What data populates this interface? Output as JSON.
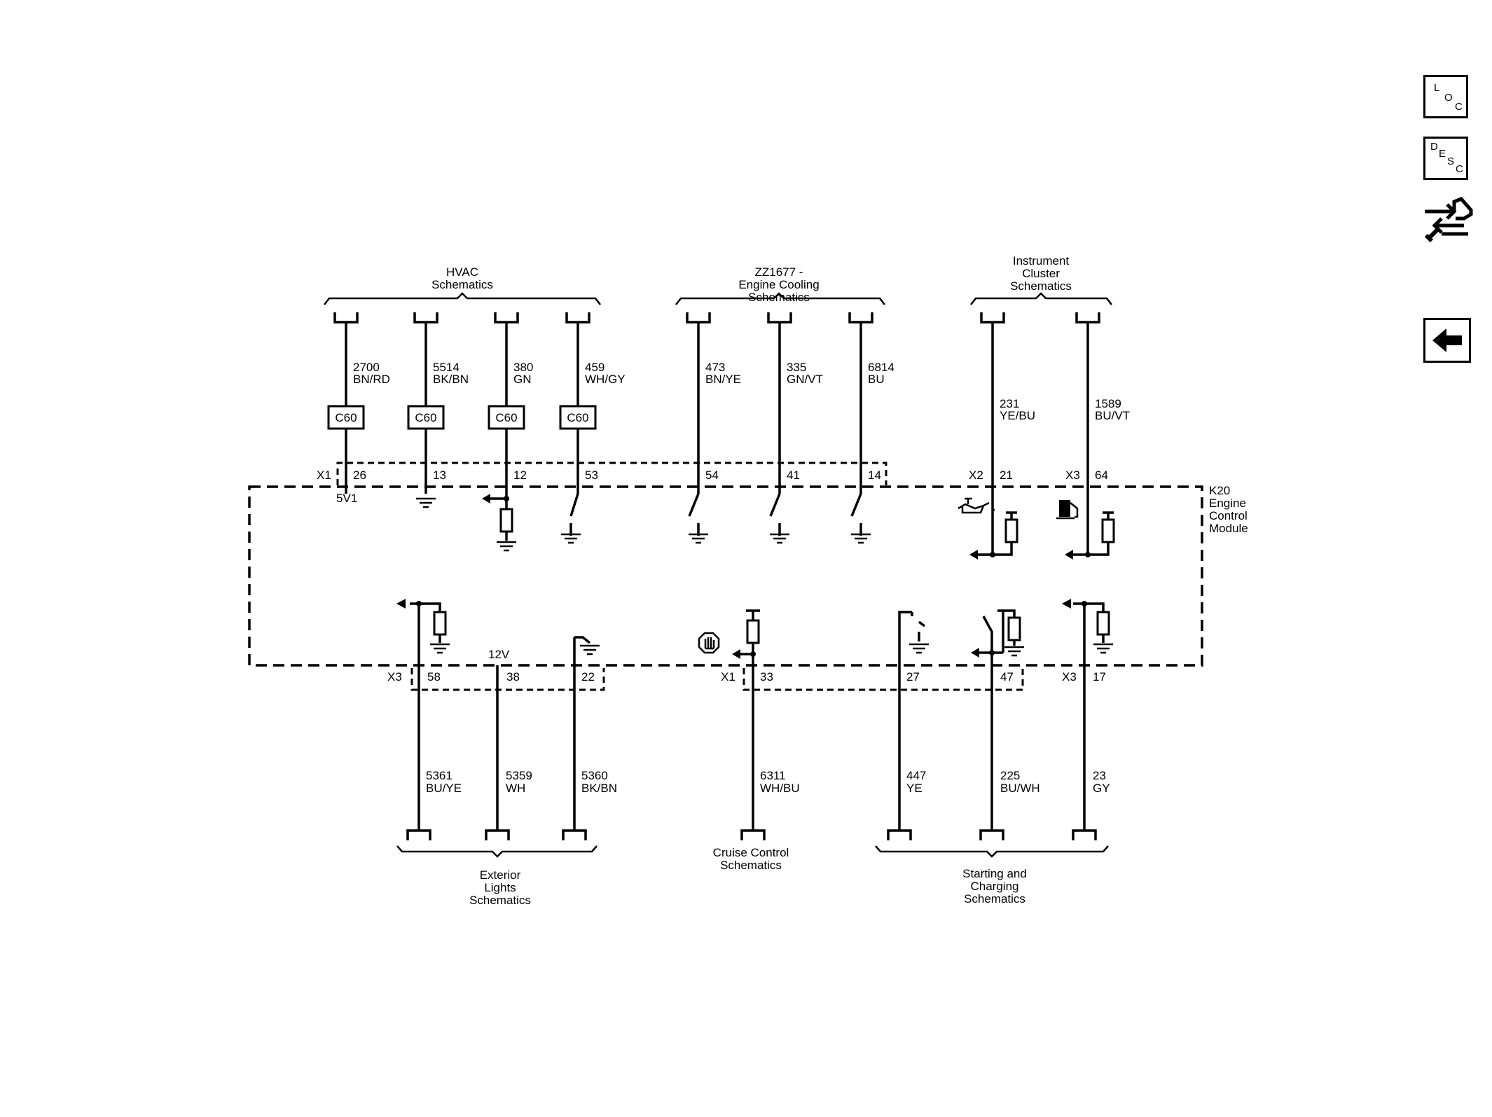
{
  "nav": {
    "loc": [
      "L",
      "O",
      "C"
    ],
    "desc": [
      "D",
      "E",
      "S",
      "C"
    ]
  },
  "groups": {
    "hvac": [
      "HVAC",
      "Schematics"
    ],
    "cooling": [
      "ZZ1677 -",
      "Engine Cooling",
      "Schematics"
    ],
    "cluster": [
      "Instrument",
      "Cluster",
      "Schematics"
    ],
    "exterior": [
      "Exterior",
      "Lights",
      "Schematics"
    ],
    "cruise": [
      "Cruise Control",
      "Schematics"
    ],
    "starting": [
      "Starting and",
      "Charging",
      "Schematics"
    ]
  },
  "module": {
    "id": "K20",
    "name": [
      "Engine",
      "Control",
      "Module"
    ]
  },
  "connectors": {
    "x1_top": "X1",
    "x2_top": "X2",
    "x3_top": "X3",
    "x3_bottom": "X3",
    "x1_bottom": "X1"
  },
  "inline_connector": "C60",
  "supply_labels": {
    "v5": "5V1",
    "v12": "12V"
  },
  "top_circuits": [
    {
      "circuit": "2700",
      "color": "BN/RD",
      "pin": "26"
    },
    {
      "circuit": "5514",
      "color": "BK/BN",
      "pin": "13"
    },
    {
      "circuit": "380",
      "color": "GN",
      "pin": "12"
    },
    {
      "circuit": "459",
      "color": "WH/GY",
      "pin": "53"
    },
    {
      "circuit": "473",
      "color": "BN/YE",
      "pin": "54"
    },
    {
      "circuit": "335",
      "color": "GN/VT",
      "pin": "41"
    },
    {
      "circuit": "6814",
      "color": "BU",
      "pin": "14"
    },
    {
      "circuit": "231",
      "color": "YE/BU",
      "pin": "21"
    },
    {
      "circuit": "1589",
      "color": "BU/VT",
      "pin": "64"
    }
  ],
  "bottom_circuits": [
    {
      "circuit": "5361",
      "color": "BU/YE",
      "pin": "58"
    },
    {
      "circuit": "5359",
      "color": "WH",
      "pin": "38"
    },
    {
      "circuit": "5360",
      "color": "BK/BN",
      "pin": "22"
    },
    {
      "circuit": "6311",
      "color": "WH/BU",
      "pin": "33"
    },
    {
      "circuit": "447",
      "color": "YE",
      "pin": "27"
    },
    {
      "circuit": "225",
      "color": "BU/WH",
      "pin": "47"
    },
    {
      "circuit": "23",
      "color": "GY",
      "pin": "17"
    }
  ]
}
